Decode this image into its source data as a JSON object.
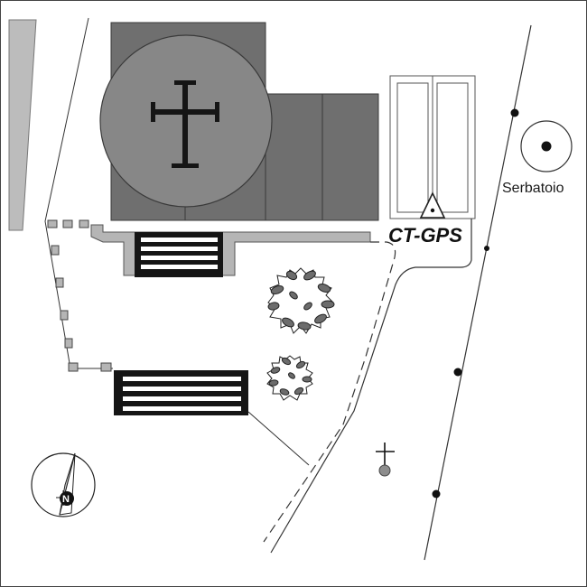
{
  "map": {
    "labels": {
      "ct_gps": "CT-GPS",
      "serbatoio": "Serbatoio",
      "north": "N"
    },
    "colors": {
      "background": "#ffffff",
      "frame": "#444444",
      "building_dark": "#6f6f6f",
      "rotunda": "#878787",
      "roadside_strip": "#bcbcbc",
      "courtyard_wall": "#b5b5b5",
      "stairs_black": "#151515",
      "tree_fill": "#6c6c6c",
      "cemetery_marker": "#8d8d8d"
    },
    "icons": {
      "church_cross": "latin-cross-icon",
      "gps_station": "triangle-survey-marker-icon",
      "water_tank": "circle-dot-icon",
      "cemetery": "cross-marker-icon",
      "north_arrow": "compass-north-icon",
      "trees": "tree-canopy-icon"
    }
  }
}
